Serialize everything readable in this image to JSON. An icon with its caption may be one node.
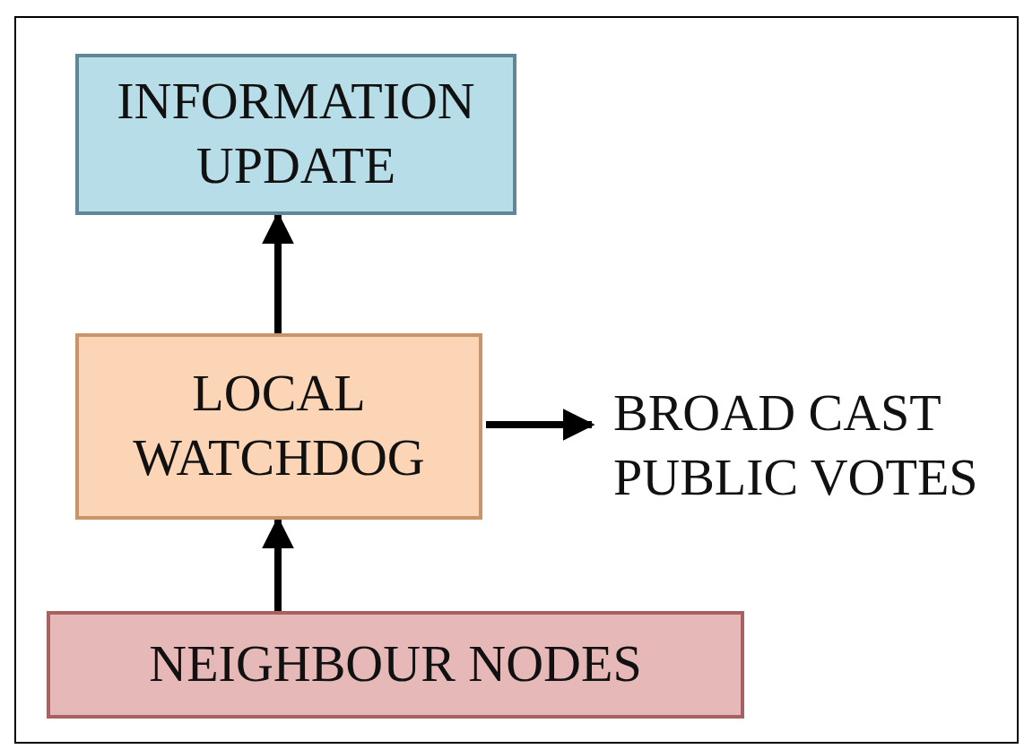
{
  "diagram": {
    "nodes": [
      {
        "text": [
          "INFORMATION UPDATE"
        ]
      },
      {
        "text": [
          "LOCAL WATCHDOG"
        ]
      },
      {
        "text": [
          "BROAD CAST PUBLIC VOTES"
        ]
      },
      {
        "text": [
          "NEIGHBOUR NODES"
        ]
      }
    ],
    "edges": [
      {
        "from": 1,
        "to": 0,
        "arrow": "to"
      },
      {
        "from": 3,
        "to": 1,
        "arrow": "to"
      },
      {
        "from": 1,
        "to": 2,
        "arrow": "to"
      }
    ]
  }
}
